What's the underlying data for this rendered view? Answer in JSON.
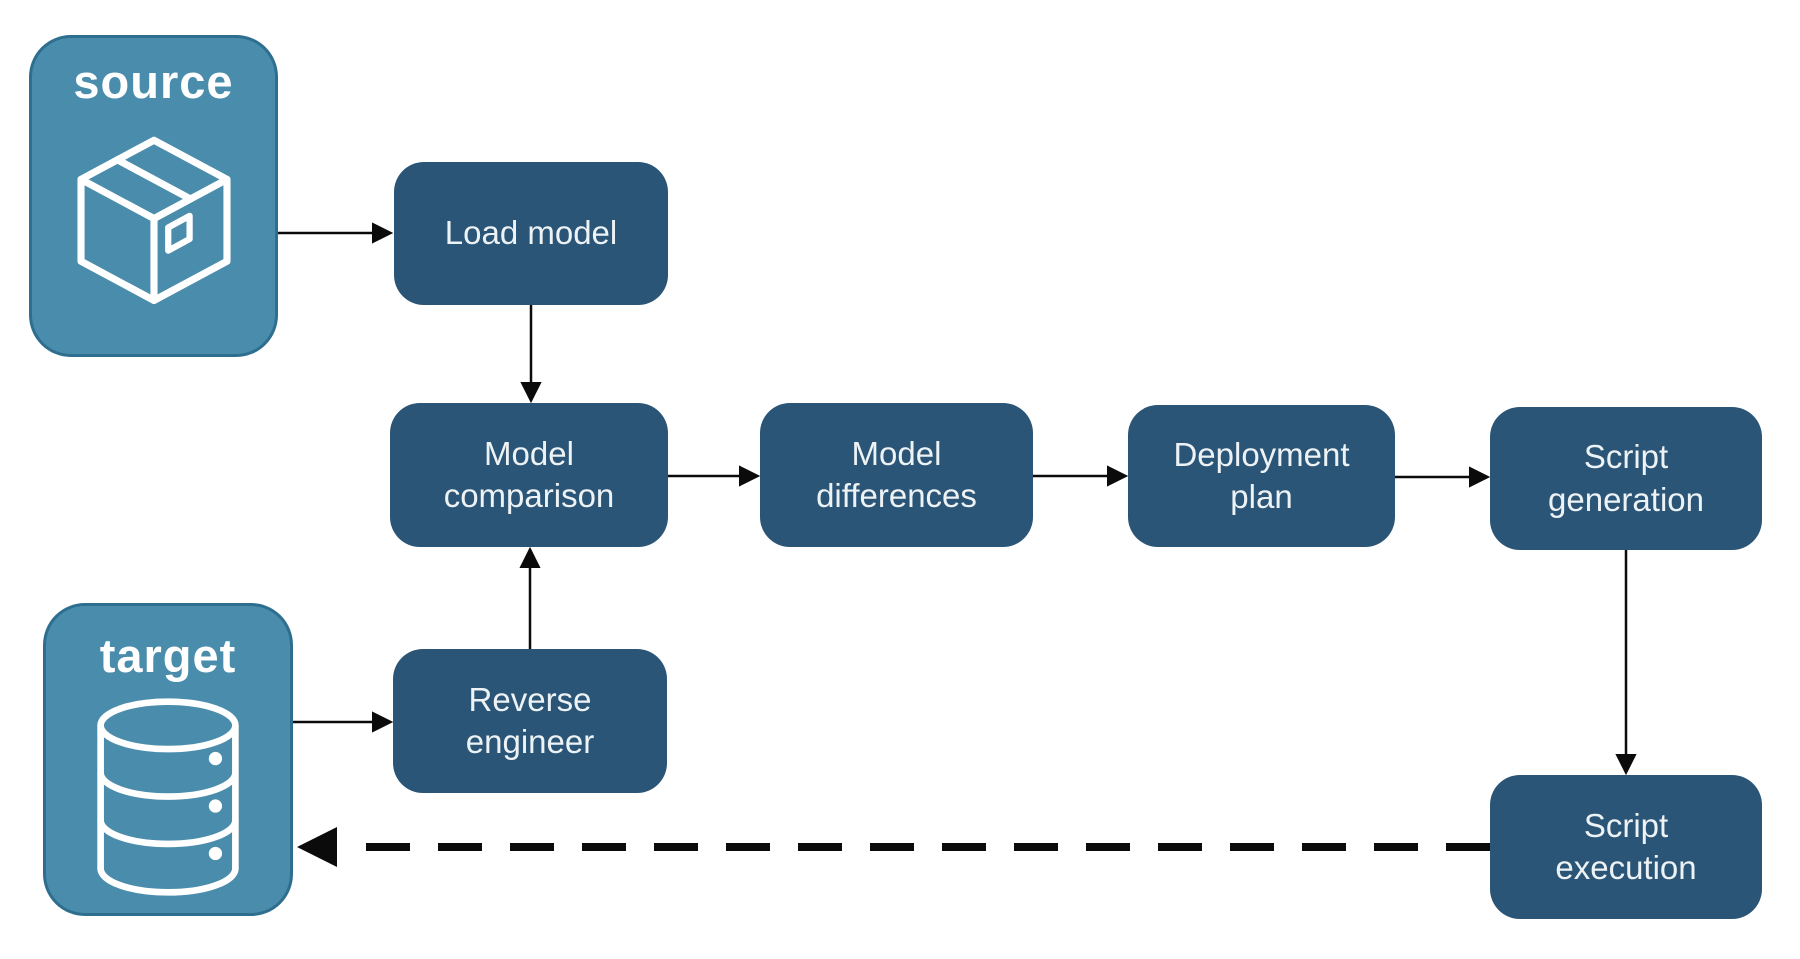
{
  "colors": {
    "background": "#FFFFFF",
    "step-fill": "#2A5577",
    "step-text": "#EDF2F5",
    "entity-fill": "#4A8CAB",
    "entity-border": "#2E6E8E",
    "entity-text": "#FFFFFF",
    "connector": "#0B0B0B"
  },
  "entities": {
    "source": {
      "label": "source",
      "icon": "package-icon"
    },
    "target": {
      "label": "target",
      "icon": "database-icon"
    }
  },
  "steps": {
    "load_model": {
      "label": "Load model"
    },
    "model_comparison": {
      "label": "Model comparison"
    },
    "model_differences": {
      "label": "Model differences"
    },
    "deployment_plan": {
      "label": "Deployment plan"
    },
    "script_generation": {
      "label": "Script generation"
    },
    "reverse_engineer": {
      "label": "Reverse engineer"
    },
    "script_execution": {
      "label": "Script execution"
    }
  },
  "flows": [
    {
      "from": "source",
      "to": "load_model",
      "style": "solid"
    },
    {
      "from": "load_model",
      "to": "model_comparison",
      "style": "solid"
    },
    {
      "from": "model_comparison",
      "to": "model_differences",
      "style": "solid"
    },
    {
      "from": "model_differences",
      "to": "deployment_plan",
      "style": "solid"
    },
    {
      "from": "deployment_plan",
      "to": "script_generation",
      "style": "solid"
    },
    {
      "from": "script_generation",
      "to": "script_execution",
      "style": "solid"
    },
    {
      "from": "target",
      "to": "reverse_engineer",
      "style": "solid"
    },
    {
      "from": "reverse_engineer",
      "to": "model_comparison",
      "style": "solid"
    },
    {
      "from": "script_execution",
      "to": "target",
      "style": "dashed"
    }
  ]
}
